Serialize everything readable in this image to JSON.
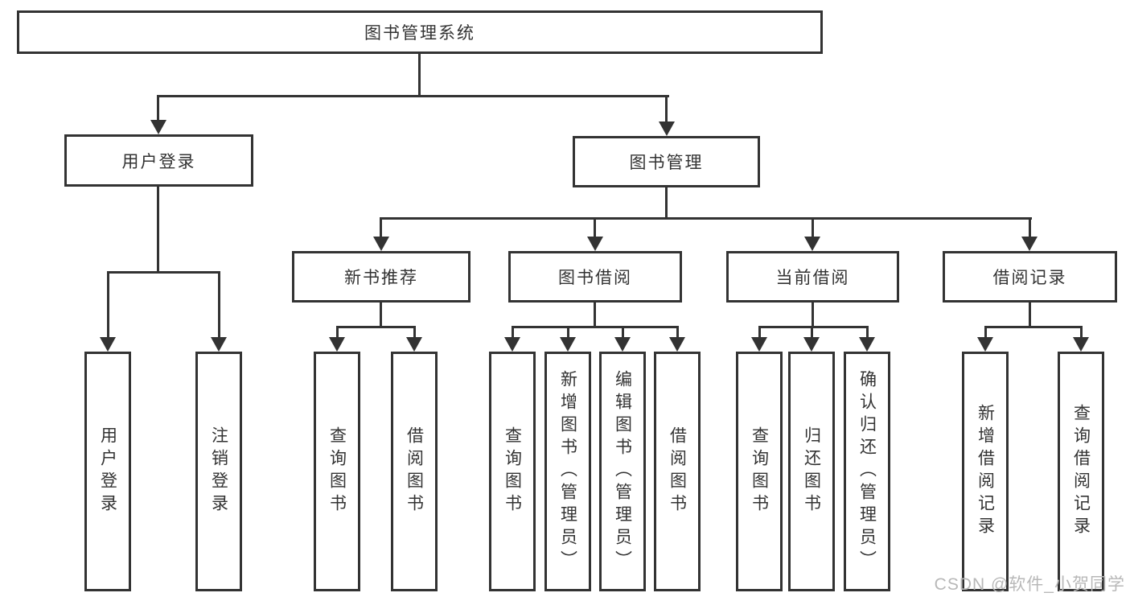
{
  "tree": {
    "label": "图书管理系统",
    "children": [
      {
        "label": "用户登录",
        "children": [
          {
            "label": "用户登录"
          },
          {
            "label": "注销登录"
          }
        ]
      },
      {
        "label": "图书管理",
        "children": [
          {
            "label": "新书推荐",
            "children": [
              {
                "label": "查询图书"
              },
              {
                "label": "借阅图书"
              }
            ]
          },
          {
            "label": "图书借阅",
            "children": [
              {
                "label": "查询图书"
              },
              {
                "label": "新增图书（管理员）"
              },
              {
                "label": "编辑图书（管理员）"
              },
              {
                "label": "借阅图书"
              }
            ]
          },
          {
            "label": "当前借阅",
            "children": [
              {
                "label": "查询图书"
              },
              {
                "label": "归还图书"
              },
              {
                "label": "确认归还（管理员）"
              }
            ]
          },
          {
            "label": "借阅记录",
            "children": [
              {
                "label": "新增借阅记录"
              },
              {
                "label": "查询借阅记录"
              }
            ]
          }
        ]
      }
    ]
  },
  "watermark": {
    "text": "CSDN @软件_小贺同学"
  },
  "colors": {
    "line": "#333333",
    "text": "#333333",
    "background": "#ffffff",
    "watermark": "#b8b8b8"
  }
}
